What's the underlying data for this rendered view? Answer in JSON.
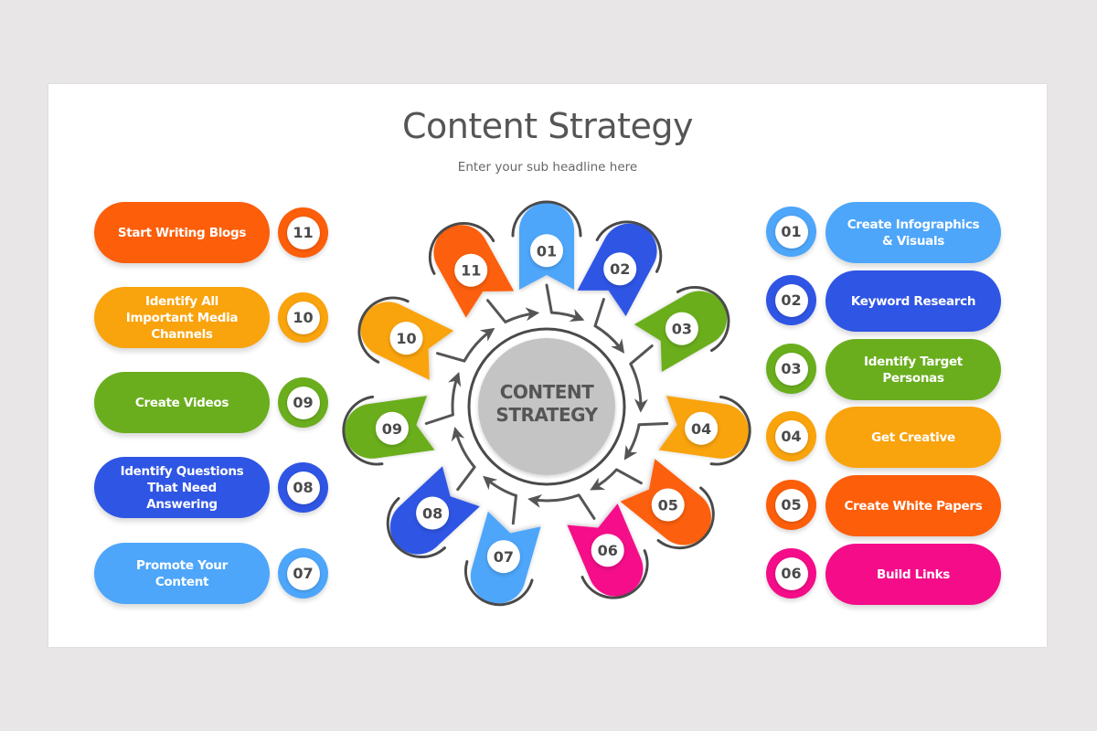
{
  "header": {
    "title": "Content Strategy",
    "subtitle": "Enter your sub headline here"
  },
  "center": {
    "line1": "CONTENT",
    "line2": "STRATEGY",
    "disk_color": "#c4c4c4",
    "ring_color": "#4a4a4a"
  },
  "colors": {
    "light_blue": "#4da6fa",
    "royal_blue": "#2f55e4",
    "green": "#6aae1e",
    "amber": "#f9a30d",
    "orange": "#fc5e0a",
    "magenta": "#f50c89",
    "arrow": "#555555",
    "background": "#e8e6e7",
    "card": "#ffffff"
  },
  "steps": [
    {
      "number": "01",
      "label": "Create Infographics & Visuals",
      "color": "#4da6fa",
      "angle": -90
    },
    {
      "number": "02",
      "label": "Keyword Research",
      "color": "#2f55e4",
      "angle": -62
    },
    {
      "number": "03",
      "label": "Identify Target Personas",
      "color": "#6aae1e",
      "angle": -30
    },
    {
      "number": "04",
      "label": "Get Creative",
      "color": "#f9a30d",
      "angle": 8
    },
    {
      "number": "05",
      "label": "Create White Papers",
      "color": "#fc5e0a",
      "angle": 39
    },
    {
      "number": "06",
      "label": "Build Links",
      "color": "#f50c89",
      "angle": 67
    },
    {
      "number": "07",
      "label": "Promote Your Content",
      "color": "#4da6fa",
      "angle": 106
    },
    {
      "number": "08",
      "label": "Identify Questions That Need Answering",
      "color": "#2f55e4",
      "angle": 137
    },
    {
      "number": "09",
      "label": "Create Videos",
      "color": "#6aae1e",
      "angle": 172
    },
    {
      "number": "10",
      "label": "Identify All Important Media Channels",
      "color": "#f9a30d",
      "angle": 206
    },
    {
      "number": "11",
      "label": "Start Writing  Blogs",
      "color": "#fc5e0a",
      "angle": 241
    }
  ],
  "left_list": [
    {
      "number": "11",
      "label": "Start Writing  Blogs",
      "color": "#fc5e0a"
    },
    {
      "number": "10",
      "label": "Identify All Important Media Channels",
      "color": "#f9a30d"
    },
    {
      "number": "09",
      "label": "Create Videos",
      "color": "#6aae1e"
    },
    {
      "number": "08",
      "label": "Identify Questions That Need Answering",
      "color": "#2f55e4"
    },
    {
      "number": "07",
      "label": "Promote Your Content",
      "color": "#4da6fa"
    }
  ],
  "right_list": [
    {
      "number": "01",
      "label": "Create Infographics & Visuals",
      "color": "#4da6fa"
    },
    {
      "number": "02",
      "label": "Keyword Research",
      "color": "#2f55e4"
    },
    {
      "number": "03",
      "label": "Identify Target Personas",
      "color": "#6aae1e"
    },
    {
      "number": "04",
      "label": "Get Creative",
      "color": "#f9a30d"
    },
    {
      "number": "05",
      "label": "Create White Papers",
      "color": "#fc5e0a"
    },
    {
      "number": "06",
      "label": "Build Links",
      "color": "#f50c89"
    }
  ]
}
